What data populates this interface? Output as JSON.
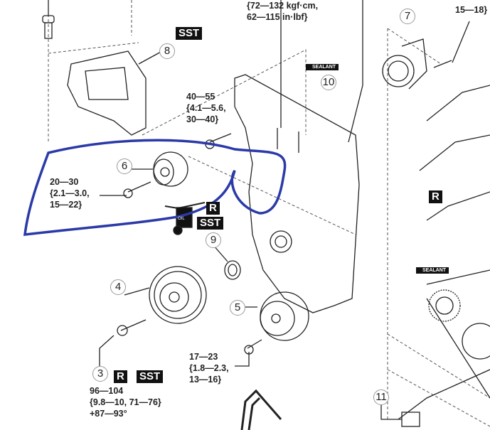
{
  "callouts": {
    "c3": "3",
    "c4": "4",
    "c5": "5",
    "c6": "6",
    "c7": "7",
    "c8": "8",
    "c9": "9",
    "c10": "10",
    "c11": "11"
  },
  "badges": {
    "sst": "SST",
    "r": "R",
    "oil": "OIL",
    "sealant": "SEALANT"
  },
  "torque": {
    "top_center": "{72—132 kgf·cm,\n62—115 in·lbf}",
    "top_right": "15—18}",
    "bolt_40_55": "40—55\n{4.1—5.6,\n30—40}",
    "bolt_20_30": "20—30\n{2.1—3.0,\n15—22}",
    "bolt_17_23": "17—23\n{1.8—2.3,\n13—16}",
    "bolt_96_104": "96—104\n{9.8—10, 71—76}\n+87—93°"
  },
  "colors": {
    "annotation": "#2b3aa8",
    "line": "#222222",
    "badge": "#111111"
  }
}
